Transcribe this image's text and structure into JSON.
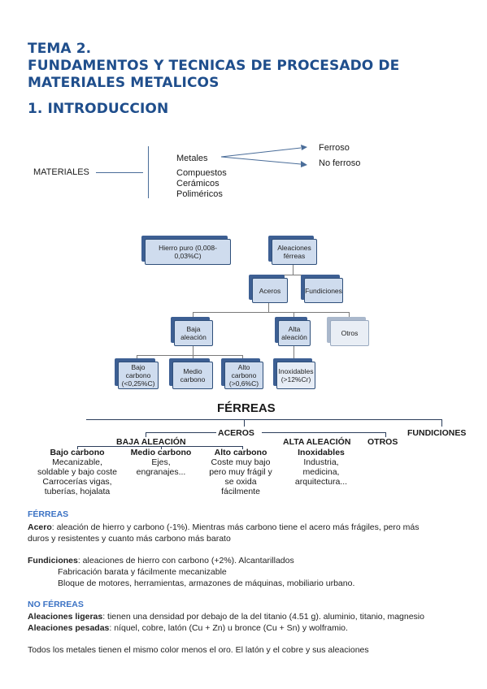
{
  "header": {
    "line1": "TEMA 2.",
    "line2": "FUNDAMENTOS Y TECNICAS DE PROCESADO DE",
    "line3": "MATERIALES METALICOS",
    "section": "1. INTRODUCCION"
  },
  "materials_tree": {
    "root": "MATERIALES",
    "metales": "Metales",
    "compuestos": "Compuestos",
    "ceramicos": "Cerámicos",
    "polimericos": "Poliméricos",
    "ferroso": "Ferroso",
    "no_ferroso": "No ferroso"
  },
  "org_chart": {
    "hierro": "Hierro puro (0,008-0,03%C)",
    "aleaciones": "Aleaciones férreas",
    "aceros": "Aceros",
    "fundiciones": "Fundiciones",
    "baja": "Baja aleación",
    "alta": "Alta aleación",
    "otros": "Otros",
    "bajo_carbono": "Bajo carbono (<0,25%C)",
    "medio_carbono": "Medio carbono",
    "alto_carbono": "Alto carbono (>0,6%C)",
    "inoxidables": "Inoxidables (>12%Cr)"
  },
  "ferreas_tree": {
    "title": "FÉRREAS",
    "aceros": "ACEROS",
    "fundiciones": "FUNDICIONES",
    "baja": "BAJA ALEACIÓN",
    "alta": "ALTA ALEACIÓN",
    "otros": "OTROS",
    "bajo_title": "Bajo carbono",
    "bajo_l1": "Mecanizable,",
    "bajo_l2": "soldable y bajo coste",
    "bajo_l3": "Carrocerías vigas,",
    "bajo_l4": "tuberías, hojalata",
    "medio_title": "Medio carbono",
    "medio_l1": "Ejes,",
    "medio_l2": "engranajes...",
    "alto_title": "Alto carbono",
    "alto_l1": "Coste muy bajo",
    "alto_l2": "pero muy frágil y",
    "alto_l3": "se oxida",
    "alto_l4": "fácilmente",
    "inox_title": "Inoxidables",
    "inox_l1": "Industria,",
    "inox_l2": "medicina,",
    "inox_l3": "arquitectura..."
  },
  "text": {
    "ferreas_head": "FÉRREAS",
    "acero_term": "Acero",
    "acero_def": ": aleación de hierro y carbono (-1%). Mientras más carbono tiene el acero más frágiles, pero más",
    "acero_def2": "duros y resistentes y cuanto más carbono más barato",
    "fund_term": "Fundiciones",
    "fund_def": ": aleaciones de hierro con carbono (+2%). Alcantarillados",
    "fund_l2": "Fabricación barata y fácilmente mecanizable",
    "fund_l3": "Bloque de motores, herramientas, armazones de máquinas, mobiliario urbano.",
    "noferreas_head": "NO FÉRREAS",
    "lig_term": "Aleaciones ligeras",
    "lig_def": ": tienen una densidad por debajo de la del titanio (4.51 g). aluminio, titanio, magnesio",
    "pes_term": "Aleaciones pesadas",
    "pes_def": ": níquel, cobre, latón (Cu + Zn) u bronce (Cu + Sn) y wolframio.",
    "final": "Todos los metales tienen el mismo color menos el oro. El latón y el cobre y sus aleaciones"
  },
  "colors": {
    "heading": "#1f4e8c",
    "section_head": "#3b72c4",
    "box_fill": "#cfdcee",
    "box_shadow": "#3d5f93"
  }
}
